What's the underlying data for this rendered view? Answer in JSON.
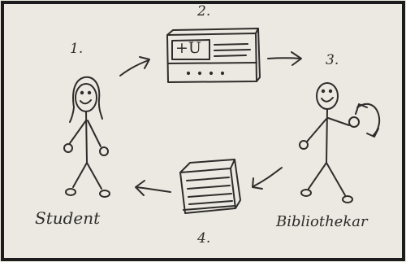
{
  "steps": {
    "one": "1.",
    "two": "2.",
    "three": "3.",
    "four": "4."
  },
  "labels": {
    "student": "Student",
    "librarian": "Bibliothekar"
  },
  "card": {
    "text": "+U"
  },
  "colors": {
    "paper": "#ece9e2",
    "ink": "#2e2d2b",
    "frame": "#1c1c1c"
  }
}
